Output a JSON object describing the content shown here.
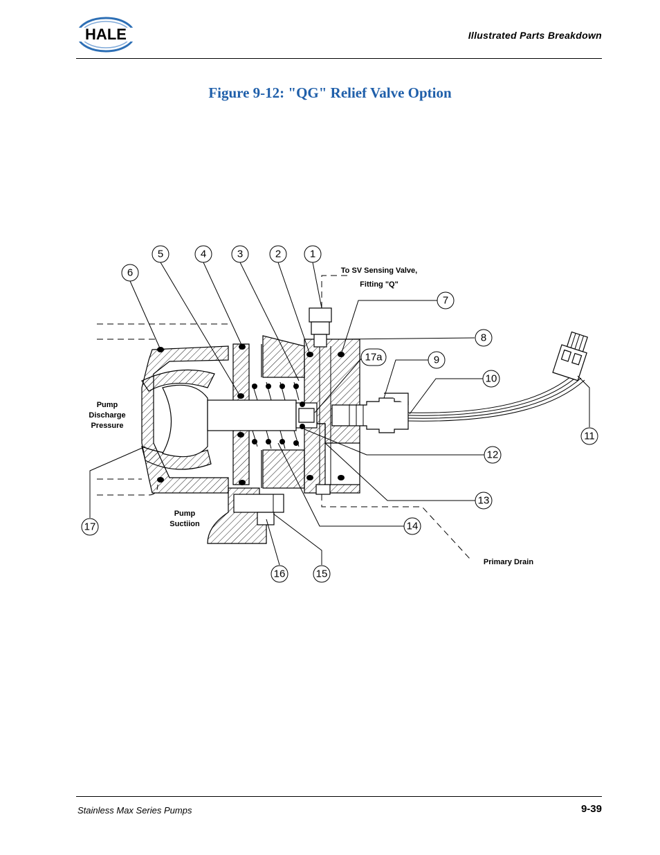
{
  "header": {
    "logo_text": "HALE",
    "title": "Illustrated Parts Breakdown"
  },
  "figure": {
    "title": "Figure 9-12: \"QG\" Relief Valve Option"
  },
  "labels": {
    "sensing": [
      "To SV Sensing Valve,",
      "Fitting \"Q\""
    ],
    "discharge": [
      "Pump",
      "Discharge",
      "Pressure"
    ],
    "suction": [
      "Pump",
      "Suctiion"
    ],
    "drain": "Primary Drain"
  },
  "callouts": [
    "1",
    "2",
    "3",
    "4",
    "5",
    "6",
    "7",
    "8",
    "9",
    "10",
    "11",
    "12",
    "13",
    "14",
    "15",
    "16",
    "17",
    "17a"
  ],
  "footer": {
    "left": "Stainless Max Series Pumps",
    "right": "9-39"
  },
  "colors": {
    "title": "#1f5faa",
    "logo_blue": "#2d6fb5"
  }
}
